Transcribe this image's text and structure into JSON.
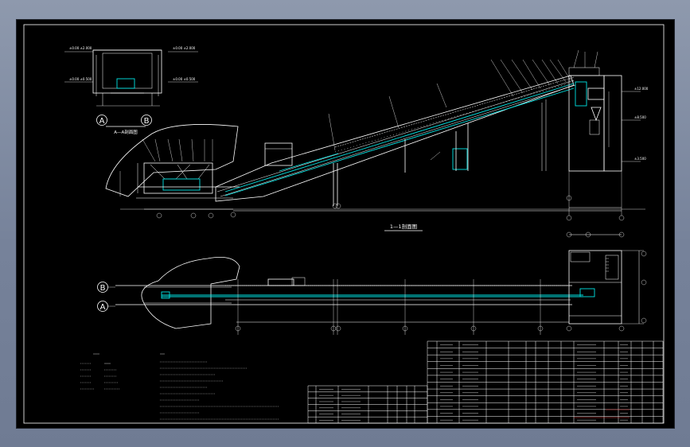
{
  "colors": {
    "background": "#000000",
    "lines": "#ffffff",
    "conveyor": "#00e5e5",
    "window_chrome": "#7f8aa1"
  },
  "drawing": {
    "section_aa_title": "A—A剖面图",
    "section_view_title": "1—1剖面图",
    "axis_labels": {
      "upper": "B",
      "lower": "A"
    },
    "section_marks": {
      "left": "A",
      "right": "B"
    }
  }
}
